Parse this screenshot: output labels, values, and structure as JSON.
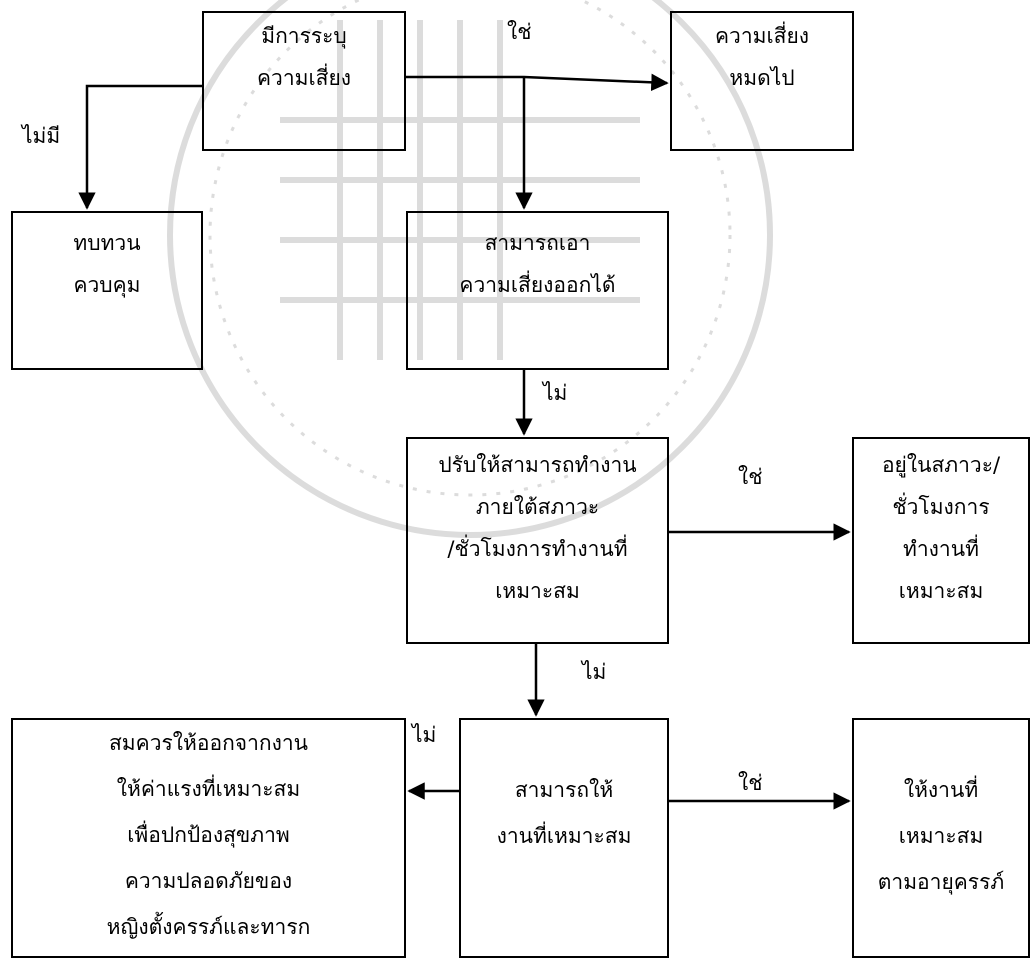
{
  "boxes": {
    "identify_risk": [
      "มีการระบุ",
      "ความเสี่ยง"
    ],
    "risk_gone": [
      "ความเสี่ยง",
      "หมดไป"
    ],
    "review_control": [
      "ทบทวน",
      "ควบคุม"
    ],
    "remove_risk": [
      "สามารถเอา",
      "ความเสี่ยงออกได้"
    ],
    "adjust_work": [
      "ปรับให้สามารถทำงาน",
      "ภายใต้สภาวะ",
      "/ชั่วโมงการทำงานที่",
      "เหมาะสม"
    ],
    "in_condition": [
      "อยู่ในสภาวะ/",
      "ชั่วโมงการ",
      "ทำงานที่",
      "เหมาะสม"
    ],
    "leave_work": [
      "สมควรให้ออกจากงาน",
      "ให้ค่าแรงที่เหมาะสม",
      "เพื่อปกป้องสุขภาพ",
      "ความปลอดภัยของ",
      "หญิงตั้งครรภ์และทารก"
    ],
    "assign_work": [
      "สามารถให้",
      "งานที่เหมาะสม"
    ],
    "give_work": [
      "ให้งานที่",
      "เหมาะสม",
      "ตามอายุครรภ์"
    ]
  },
  "labels": {
    "yes_top": "ใช่",
    "no_left": "ไม่มี",
    "no_remove": "ไม่",
    "yes_adjust": "ใช่",
    "no_adjust": "ไม่",
    "no_assign": "ไม่",
    "yes_assign": "ใช่"
  },
  "colors": {
    "line": "#000000",
    "watermark": "#cfcfcf"
  }
}
